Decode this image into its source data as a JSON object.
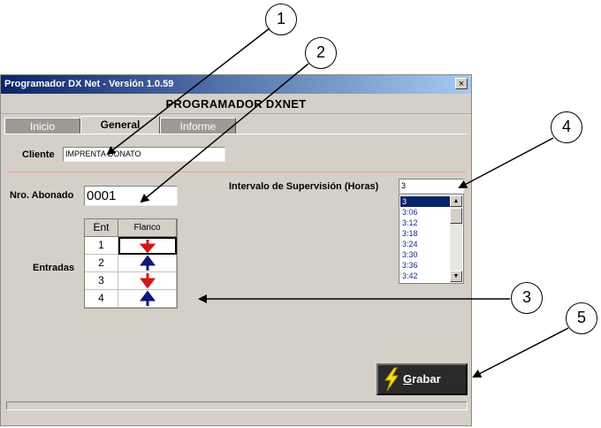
{
  "window": {
    "title": "Programador DX Net - Versión 1.0.59",
    "close_glyph": "×",
    "header": "PROGRAMADOR DXNET"
  },
  "tabs": [
    {
      "label": "Inicio",
      "active": false
    },
    {
      "label": "General",
      "active": true
    },
    {
      "label": "Informe",
      "active": false
    }
  ],
  "cliente": {
    "label": "Cliente",
    "value": "IMPRENTA DONATO"
  },
  "abonado": {
    "label": "Nro. Abonado",
    "value": "0001"
  },
  "entradas": {
    "label": "Entradas",
    "headers": [
      "Ent",
      "Flanco"
    ],
    "rows": [
      {
        "ent": "1",
        "flanco": "down"
      },
      {
        "ent": "2",
        "flanco": "up"
      },
      {
        "ent": "3",
        "flanco": "down"
      },
      {
        "ent": "4",
        "flanco": "up"
      }
    ]
  },
  "intervalo": {
    "label": "Intervalo de Supervisión (Horas)",
    "value": "3",
    "options": [
      "3",
      "3:06",
      "3:12",
      "3:18",
      "3:24",
      "3:30",
      "3:36",
      "3:42"
    ],
    "selected_index": 0
  },
  "grabar": {
    "label": "Grabar",
    "icon": "lightning-icon"
  },
  "callouts": [
    "1",
    "2",
    "3",
    "4",
    "5"
  ],
  "colors": {
    "arrow_down": "#d01818",
    "arrow_up": "#0a1a78",
    "titlebar": "#0a246a"
  }
}
